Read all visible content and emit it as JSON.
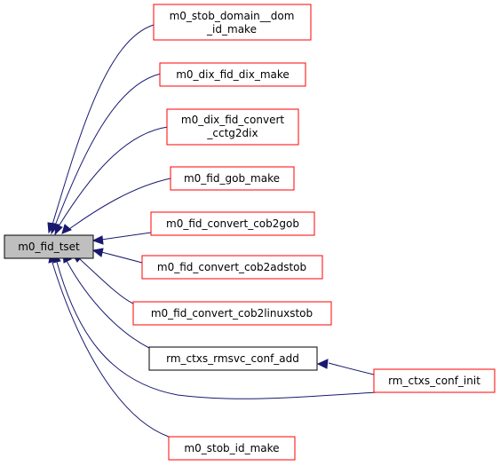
{
  "graph": {
    "edge_color": "#191970",
    "caller_border_color": "#ff0000",
    "focus_fill_color": "#bfbfbf",
    "nodes": [
      {
        "id": "m0_fid_tset",
        "lines": [
          "m0_fid_tset"
        ],
        "style": "focus"
      },
      {
        "id": "m0_stob_domain__dom_id_make",
        "lines": [
          "m0_stob_domain__dom",
          "_id_make"
        ],
        "style": "caller"
      },
      {
        "id": "m0_dix_fid_dix_make",
        "lines": [
          "m0_dix_fid_dix_make"
        ],
        "style": "caller"
      },
      {
        "id": "m0_dix_fid_convert_cctg2dix",
        "lines": [
          "m0_dix_fid_convert",
          "_cctg2dix"
        ],
        "style": "caller"
      },
      {
        "id": "m0_fid_gob_make",
        "lines": [
          "m0_fid_gob_make"
        ],
        "style": "caller"
      },
      {
        "id": "m0_fid_convert_cob2gob",
        "lines": [
          "m0_fid_convert_cob2gob"
        ],
        "style": "caller"
      },
      {
        "id": "m0_fid_convert_cob2adstob",
        "lines": [
          "m0_fid_convert_cob2adstob"
        ],
        "style": "caller"
      },
      {
        "id": "m0_fid_convert_cob2linuxstob",
        "lines": [
          "m0_fid_convert_cob2linuxstob"
        ],
        "style": "caller"
      },
      {
        "id": "rm_ctxs_rmsvc_conf_add",
        "lines": [
          "rm_ctxs_rmsvc_conf_add"
        ],
        "style": "plain"
      },
      {
        "id": "rm_ctxs_conf_init",
        "lines": [
          "rm_ctxs_conf_init"
        ],
        "style": "caller"
      },
      {
        "id": "m0_stob_id_make",
        "lines": [
          "m0_stob_id_make"
        ],
        "style": "caller"
      }
    ],
    "edges": [
      {
        "from": "m0_stob_domain__dom_id_make",
        "to": "m0_fid_tset"
      },
      {
        "from": "m0_dix_fid_dix_make",
        "to": "m0_fid_tset"
      },
      {
        "from": "m0_dix_fid_convert_cctg2dix",
        "to": "m0_fid_tset"
      },
      {
        "from": "m0_fid_gob_make",
        "to": "m0_fid_tset"
      },
      {
        "from": "m0_fid_convert_cob2gob",
        "to": "m0_fid_tset"
      },
      {
        "from": "m0_fid_convert_cob2adstob",
        "to": "m0_fid_tset"
      },
      {
        "from": "m0_fid_convert_cob2linuxstob",
        "to": "m0_fid_tset"
      },
      {
        "from": "rm_ctxs_rmsvc_conf_add",
        "to": "m0_fid_tset"
      },
      {
        "from": "rm_ctxs_conf_init",
        "to": "m0_fid_tset"
      },
      {
        "from": "m0_stob_id_make",
        "to": "m0_fid_tset"
      },
      {
        "from": "rm_ctxs_conf_init",
        "to": "rm_ctxs_rmsvc_conf_add"
      }
    ]
  }
}
